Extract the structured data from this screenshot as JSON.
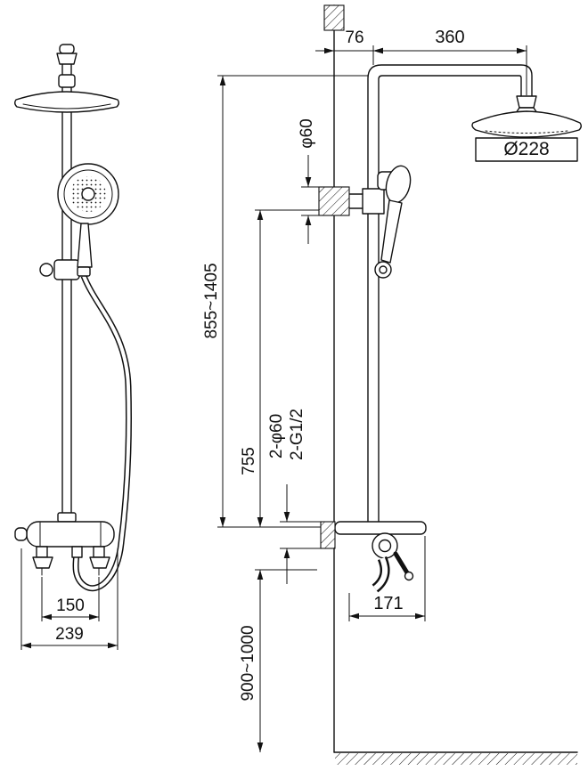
{
  "colors": {
    "background": "#ffffff",
    "ink": "#111111"
  },
  "front_view": {
    "label_inlet_spacing": "150",
    "label_overall_width": "239"
  },
  "side_view": {
    "label_wall_offset": "76",
    "label_arm_reach": "360",
    "label_head_diameter": "Ø228",
    "label_bracket_diameter": "φ60",
    "label_riser_height": "855~1405",
    "label_bracket_height": "755",
    "label_inlets_diameter": "2-φ60",
    "label_inlets_thread": "2-G1/2",
    "label_spout_reach": "171",
    "label_install_height": "900~1000"
  }
}
